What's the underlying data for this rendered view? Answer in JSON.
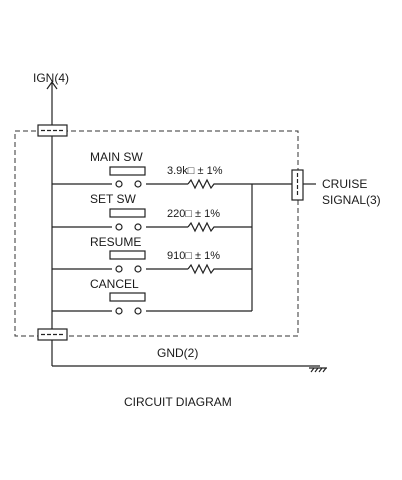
{
  "diagram": {
    "ign_label": "IGN(4)",
    "gnd_label": "GND(2)",
    "cruise_label_line1": "CRUISE",
    "cruise_label_line2": "SIGNAL(3)",
    "caption": "CIRCUIT DIAGRAM",
    "switches": [
      {
        "label": "MAIN SW",
        "resistor": "3.9k□ ± 1%"
      },
      {
        "label": "SET SW",
        "resistor": "220□ ± 1%"
      },
      {
        "label": "RESUME",
        "resistor": "910□ ± 1%"
      },
      {
        "label": "CANCEL",
        "resistor": ""
      }
    ]
  }
}
